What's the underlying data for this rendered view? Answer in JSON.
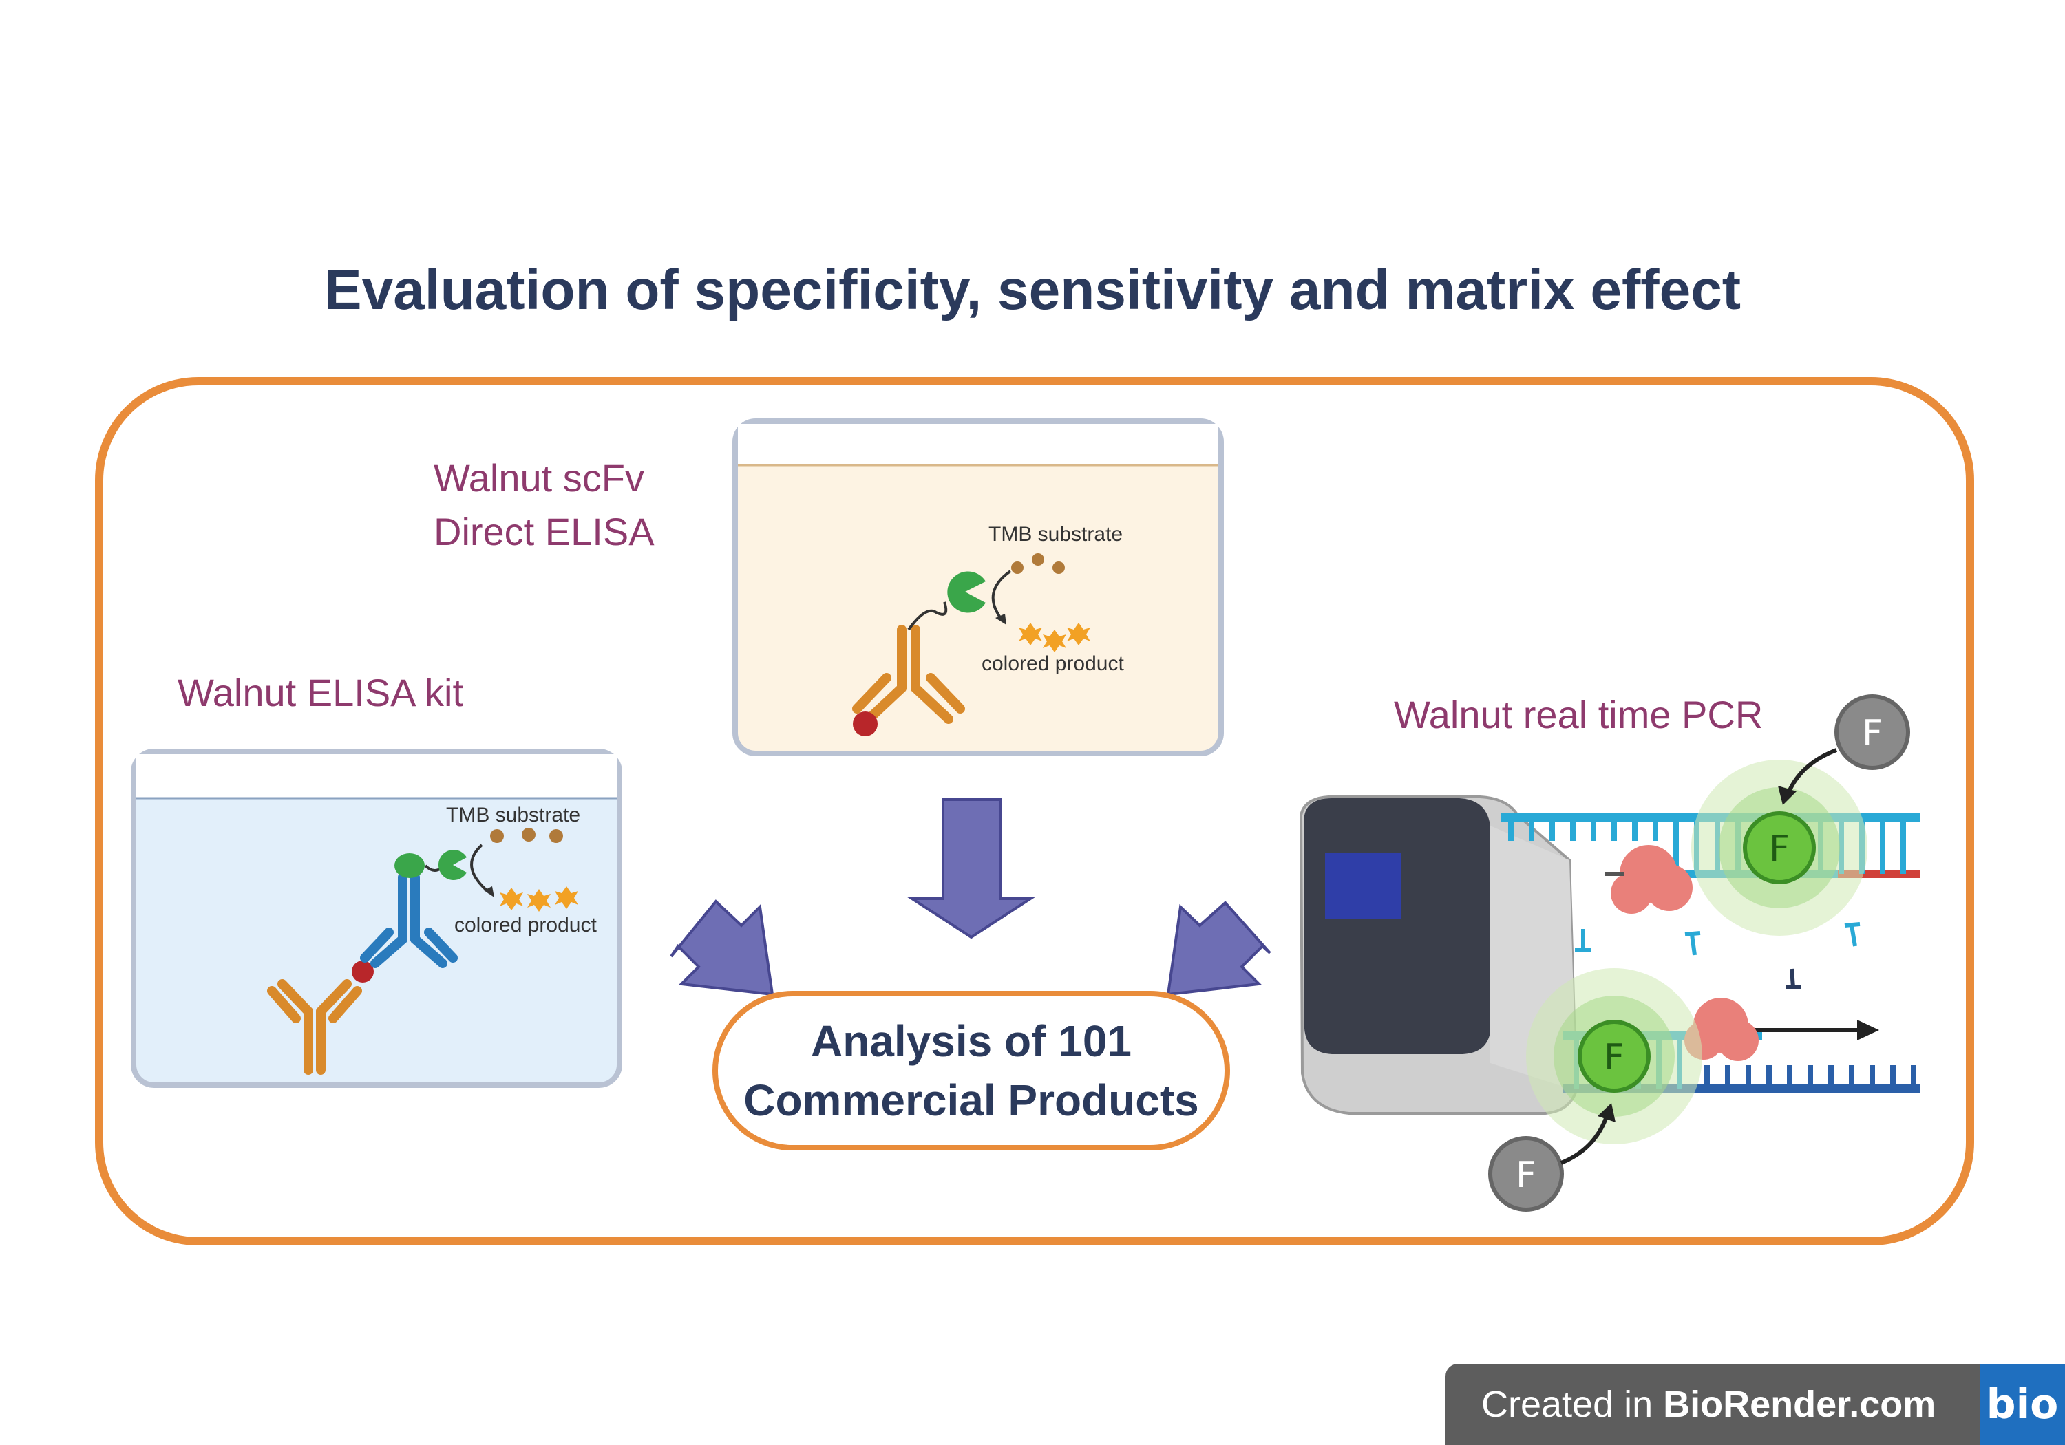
{
  "title": "Evaluation of specificity, sensitivity and matrix effect",
  "panels": {
    "scfv": {
      "label_line1": "Walnut scFv",
      "label_line2": "Direct ELISA",
      "substrate": "TMB substrate",
      "product": "colored product"
    },
    "kit": {
      "label": "Walnut ELISA kit",
      "substrate": "TMB substrate",
      "product": "colored product"
    },
    "pcr": {
      "label": "Walnut real time PCR",
      "fluor_label": "F"
    }
  },
  "center": {
    "line1": "Analysis of 101",
    "line2": "Commercial Products"
  },
  "footer": {
    "prefix": "Created in ",
    "brand": "BioRender.com",
    "logo": "bio"
  },
  "colors": {
    "title": "#2b3a5c",
    "frame": "#e98c3a",
    "panel_label": "#8e3a6d",
    "arrow": "#6e6eb4",
    "antibody_orange": "#d98a2b",
    "antibody_blue": "#2a7bbd",
    "enzyme_green": "#3aa64a",
    "fluor_gray": "#8a8a8a",
    "dna_blue": "#29a9d6",
    "dna_red": "#d0413a"
  }
}
